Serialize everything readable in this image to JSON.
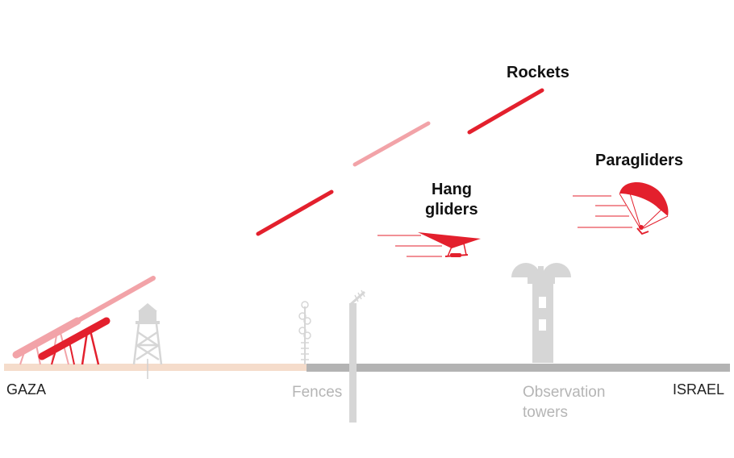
{
  "labels": {
    "rockets": "Rockets",
    "hang_gliders_line1": "Hang",
    "hang_gliders_line2": "gliders",
    "paragliders": "Paragliders",
    "gaza": "GAZA",
    "israel": "ISRAEL",
    "fences": "Fences",
    "observation_line1": "Observation",
    "observation_line2": "towers"
  },
  "colors": {
    "attack_red": "#e3202d",
    "attack_pink": "#f2a3a8",
    "gaza_ground": "#f5dccb",
    "israel_ground": "#b3b3b3",
    "structure_grey": "#d6d6d6"
  },
  "icons": [
    "rocket-launcher-icon",
    "watchtower-icon",
    "fence-icon",
    "observation-tower-icon",
    "hang-glider-icon",
    "paraglider-icon",
    "rocket-icon"
  ]
}
